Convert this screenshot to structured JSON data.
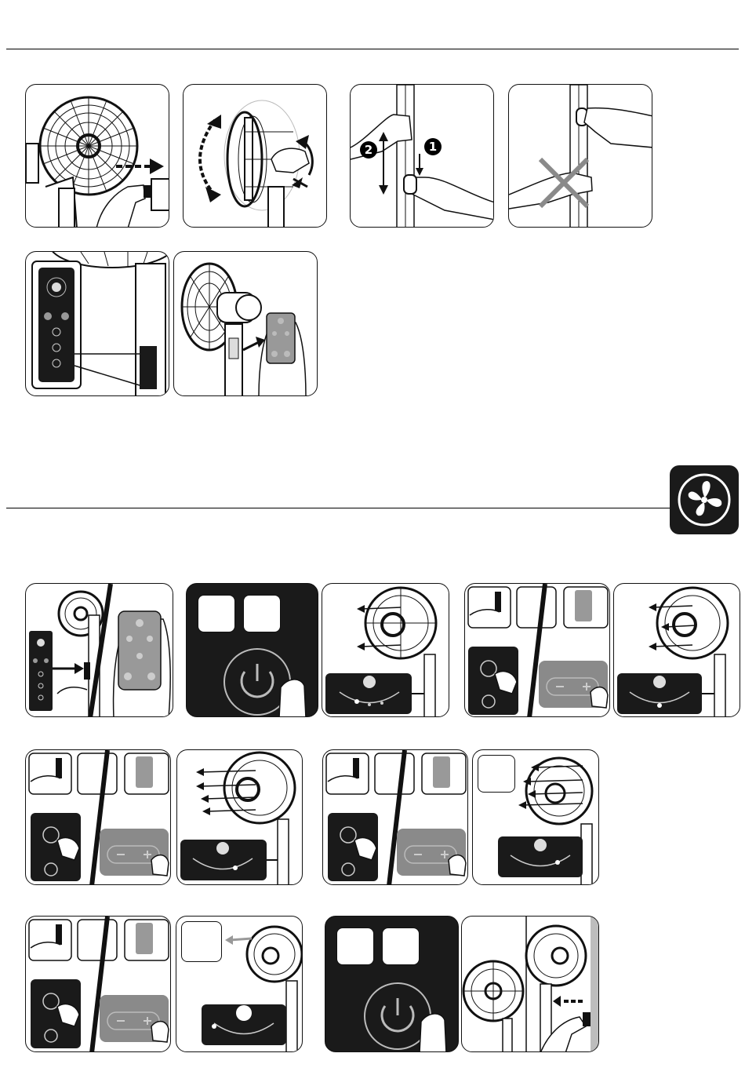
{
  "header": {
    "rule_visible": true
  },
  "section1": {
    "steps": [
      {
        "id": "unplug-fan",
        "icon": "fan-unplug-illustration"
      },
      {
        "id": "adjust-tilt",
        "icon": "fan-tilt-illustration"
      },
      {
        "id": "height-adjust",
        "icon": "pole-height-illustration"
      },
      {
        "id": "do-not-pinch",
        "icon": "pole-warning-illustration"
      },
      {
        "id": "control-panel",
        "icon": "control-panel-illustration"
      },
      {
        "id": "remote-storage",
        "icon": "remote-storage-illustration"
      }
    ],
    "markers": {
      "step_one": "1",
      "step_two": "2"
    }
  },
  "section2": {
    "icon": "fan-icon",
    "colors": {
      "dark": "#1a1a1a",
      "grey": "#8a8a8a",
      "light_grey": "#bdbdbd"
    },
    "steps": [
      {
        "id": "plug-in-and-remote",
        "icon": "plug-remote-illustration"
      },
      {
        "id": "power-on",
        "icon": "power-button-illustration"
      },
      {
        "id": "speed-low",
        "icon": "airflow-low-illustration"
      },
      {
        "id": "speed-select-1",
        "icon": "speed-button-illustration"
      },
      {
        "id": "speed-medium",
        "icon": "airflow-medium-illustration"
      },
      {
        "id": "speed-select-2",
        "icon": "speed-button-illustration"
      },
      {
        "id": "speed-high",
        "icon": "airflow-high-illustration"
      },
      {
        "id": "speed-select-3",
        "icon": "speed-button-illustration"
      },
      {
        "id": "speed-max",
        "icon": "airflow-max-illustration"
      },
      {
        "id": "speed-select-4",
        "icon": "speed-button-illustration"
      },
      {
        "id": "speed-natural",
        "icon": "airflow-natural-illustration"
      },
      {
        "id": "power-off",
        "icon": "power-button-illustration"
      },
      {
        "id": "unplug-after-use",
        "icon": "fan-unplug-illustration"
      }
    ]
  }
}
